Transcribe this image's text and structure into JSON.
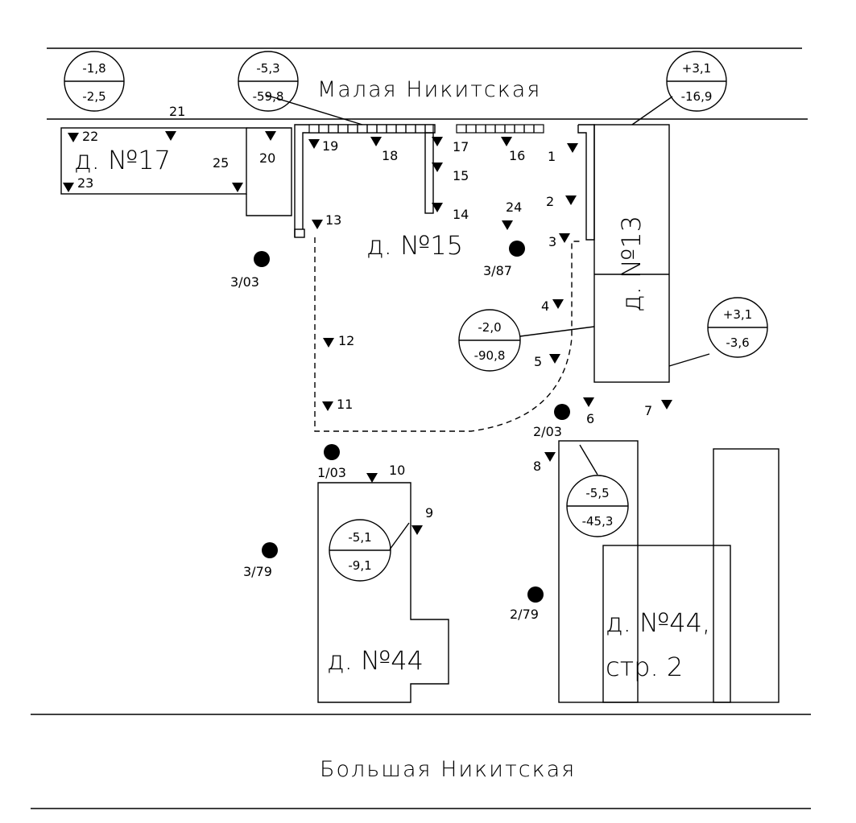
{
  "streets": {
    "top": "Малая Никитская",
    "bottom": "Большая Никитская"
  },
  "buildings": {
    "b17": "д. №17",
    "b15": "д. №15",
    "b13": "д. №13",
    "b44": "д. №44",
    "b44s2_line1": "д. №44,",
    "b44s2_line2": "стр. 2"
  },
  "points": [
    {
      "id": "p1",
      "label": "1"
    },
    {
      "id": "p2",
      "label": "2"
    },
    {
      "id": "p3",
      "label": "3"
    },
    {
      "id": "p4",
      "label": "4"
    },
    {
      "id": "p5",
      "label": "5"
    },
    {
      "id": "p6",
      "label": "6"
    },
    {
      "id": "p7",
      "label": "7"
    },
    {
      "id": "p8",
      "label": "8"
    },
    {
      "id": "p9",
      "label": "9"
    },
    {
      "id": "p10",
      "label": "10"
    },
    {
      "id": "p11",
      "label": "11"
    },
    {
      "id": "p12",
      "label": "12"
    },
    {
      "id": "p13",
      "label": "13"
    },
    {
      "id": "p14",
      "label": "14"
    },
    {
      "id": "p15",
      "label": "15"
    },
    {
      "id": "p16",
      "label": "16"
    },
    {
      "id": "p17",
      "label": "17"
    },
    {
      "id": "p18",
      "label": "18"
    },
    {
      "id": "p19",
      "label": "19"
    },
    {
      "id": "p20",
      "label": "20"
    },
    {
      "id": "p21",
      "label": "21"
    },
    {
      "id": "p22",
      "label": "22"
    },
    {
      "id": "p23",
      "label": "23"
    },
    {
      "id": "p24",
      "label": "24"
    },
    {
      "id": "p25",
      "label": "25"
    }
  ],
  "wells": [
    {
      "id": "w1",
      "label": "3/03"
    },
    {
      "id": "w2",
      "label": "3/87"
    },
    {
      "id": "w3",
      "label": "2/03"
    },
    {
      "id": "w4",
      "label": "1/03"
    },
    {
      "id": "w5",
      "label": "3/79"
    },
    {
      "id": "w6",
      "label": "2/79"
    }
  ],
  "callouts": [
    {
      "id": "c1",
      "top": "-1,8",
      "bottom": "-2,5"
    },
    {
      "id": "c2",
      "top": "-5,3",
      "bottom": "-59,8"
    },
    {
      "id": "c3",
      "top": "+3,1",
      "bottom": "-16,9"
    },
    {
      "id": "c4",
      "top": "-2,0",
      "bottom": "-90,8"
    },
    {
      "id": "c5",
      "top": "+3,1",
      "bottom": "-3,6"
    },
    {
      "id": "c6",
      "top": "-5,5",
      "bottom": "-45,3"
    },
    {
      "id": "c7",
      "top": "-5,1",
      "bottom": "-9,1"
    }
  ]
}
